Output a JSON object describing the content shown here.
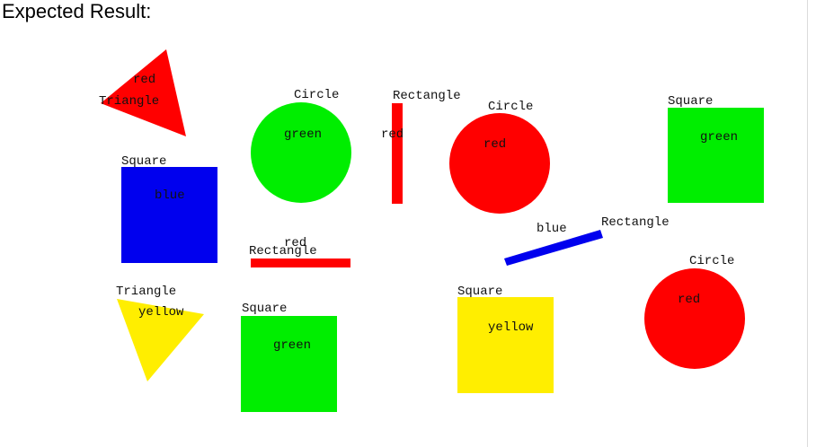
{
  "heading": "Expected Result:",
  "colors": {
    "red": "#ff0000",
    "green": "#00ee00",
    "blue": "#0000ee",
    "yellow": "#ffee00"
  },
  "shapes": [
    {
      "id": "triangle-red",
      "shape_label": "Triangle",
      "color_label": "red"
    },
    {
      "id": "circle-green",
      "shape_label": "Circle",
      "color_label": "green"
    },
    {
      "id": "rectangle-red-v",
      "shape_label": "Rectangle",
      "color_label": "red"
    },
    {
      "id": "circle-red-1",
      "shape_label": "Circle",
      "color_label": "red"
    },
    {
      "id": "square-green-1",
      "shape_label": "Square",
      "color_label": "green"
    },
    {
      "id": "square-blue",
      "shape_label": "Square",
      "color_label": "blue"
    },
    {
      "id": "rectangle-red-h",
      "shape_label": "Rectangle",
      "color_label": "red"
    },
    {
      "id": "rectangle-blue",
      "shape_label": "Rectangle",
      "color_label": "blue"
    },
    {
      "id": "triangle-yellow",
      "shape_label": "Triangle",
      "color_label": "yellow"
    },
    {
      "id": "square-green-2",
      "shape_label": "Square",
      "color_label": "green"
    },
    {
      "id": "square-yellow",
      "shape_label": "Square",
      "color_label": "yellow"
    },
    {
      "id": "circle-red-2",
      "shape_label": "Circle",
      "color_label": "red"
    }
  ]
}
